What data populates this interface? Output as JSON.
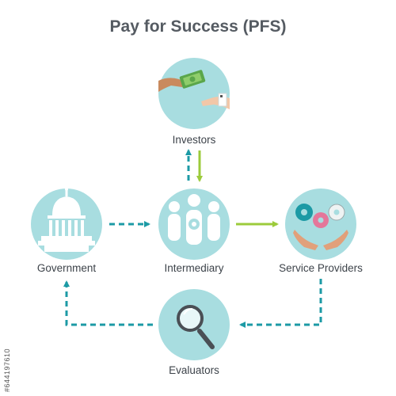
{
  "title": "Pay for Success (PFS)",
  "nodes": {
    "investors": {
      "label": "Investors",
      "icon": "money-exchange-icon"
    },
    "government": {
      "label": "Government",
      "icon": "capitol-building-icon"
    },
    "intermediary": {
      "label": "Intermediary",
      "icon": "people-gear-icon"
    },
    "service_providers": {
      "label": "Service Providers",
      "icon": "gears-hands-icon"
    },
    "evaluators": {
      "label": "Evaluators",
      "icon": "magnifying-glass-icon"
    }
  },
  "colors": {
    "circle": "#a8dde0",
    "dashed_arrow": "#1c9aa5",
    "solid_arrow": "#9ccb3b",
    "title": "#555b62",
    "label": "#3d434a"
  },
  "watermark_id": "#644197610"
}
